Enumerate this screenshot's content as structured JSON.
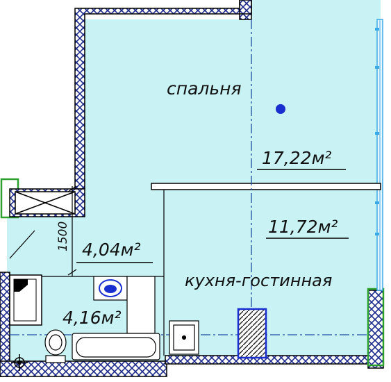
{
  "rooms": {
    "bedroom": {
      "name": "спальня",
      "area": "17,22м²"
    },
    "kitchen_living": {
      "name": "кухня-гостинная",
      "area": "11,72м²"
    },
    "hallway": {
      "area": "4,04м²"
    },
    "bathroom": {
      "area": "4,16м²"
    }
  },
  "dimensions": {
    "hall_width": "1500"
  },
  "colors": {
    "floor": "#c9f2f4",
    "wall_fill": "#ffffff",
    "wall_hatch": "#1b2a8a",
    "outline": "#000000",
    "dashed_line": "#1f4fa0",
    "balcony_green": "#2ea02e",
    "window_blue": "#3aa9e8",
    "lamp_dot": "#1a2fd0",
    "fixture_blue": "#1a2fd0",
    "shaft_outline": "#1a2fd0"
  }
}
